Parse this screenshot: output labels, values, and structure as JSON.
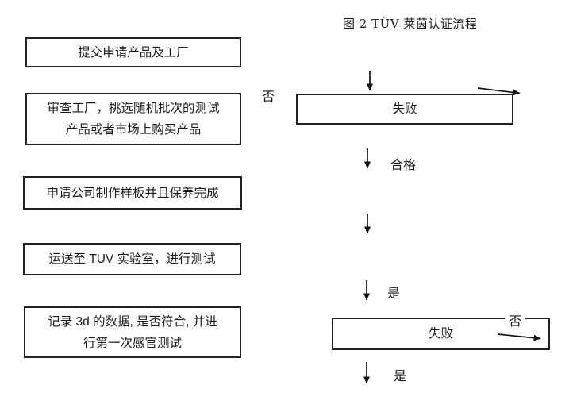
{
  "title": "图 2 TÜV 莱茵认证流程",
  "steps": [
    {
      "lines": [
        "提交申请产品及工厂"
      ]
    },
    {
      "lines": [
        "审查工厂，挑选随机批次的测试",
        "产品或者市场上购买产品"
      ]
    },
    {
      "lines": [
        "申请公司制作样板并且保养完成"
      ]
    },
    {
      "lines": [
        "运送至 TUV 实验室，进行测试"
      ]
    },
    {
      "lines": [
        "记录 3d 的数据, 是否符合, 并进",
        "行第一次感官测试"
      ]
    }
  ],
  "fail_boxes": {
    "top": "失败",
    "bottom": "失败"
  },
  "labels": {
    "no_top": "否",
    "pass": "合格",
    "yes_mid": "是",
    "no_bottom": "否",
    "yes_bottom": "是"
  },
  "colors": {
    "ink": "#1a1a1a",
    "border": "#222222",
    "background": "#ffffff"
  }
}
